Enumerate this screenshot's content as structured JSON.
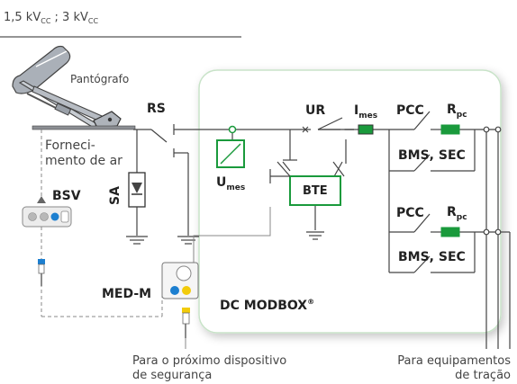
{
  "voltage": {
    "v1": "1,5 kV",
    "sub1": "CC",
    "sep": " ; 3 kV",
    "sub2": "CC"
  },
  "pantograph_label": "Pantógrafo",
  "air_supply": {
    "line1": "Forneci-",
    "line2": "mento de ar"
  },
  "labels": {
    "rs": "RS",
    "ur": "UR",
    "imes_main": "I",
    "imes_sub": "mes",
    "pcc1": "PCC",
    "pcc2": "PCC",
    "rpc1_main": "R",
    "rpc1_sub": "pc",
    "rpc2_main": "R",
    "rpc2_sub": "pc",
    "bms1": "BMS, SEC",
    "bms2": "BMS, SEC",
    "umes_main": "U",
    "umes_sub": "mes",
    "bte": "BTE",
    "sa": "SA",
    "bsv": "BSV",
    "medm": "MED-M",
    "modbox": "DC MODBOX",
    "modbox_mark": "®"
  },
  "bottom": {
    "left1": "Para o próximo dispositivo",
    "left2": "de segurança",
    "right1": "Para equipamentos",
    "right2": "de tração"
  },
  "colors": {
    "green": "#1a9a3c",
    "box_border": "#c8e3c8",
    "line": "#333333",
    "gray_line": "#888888",
    "blue": "#1c7fd0",
    "yellow": "#f2cb0a"
  }
}
